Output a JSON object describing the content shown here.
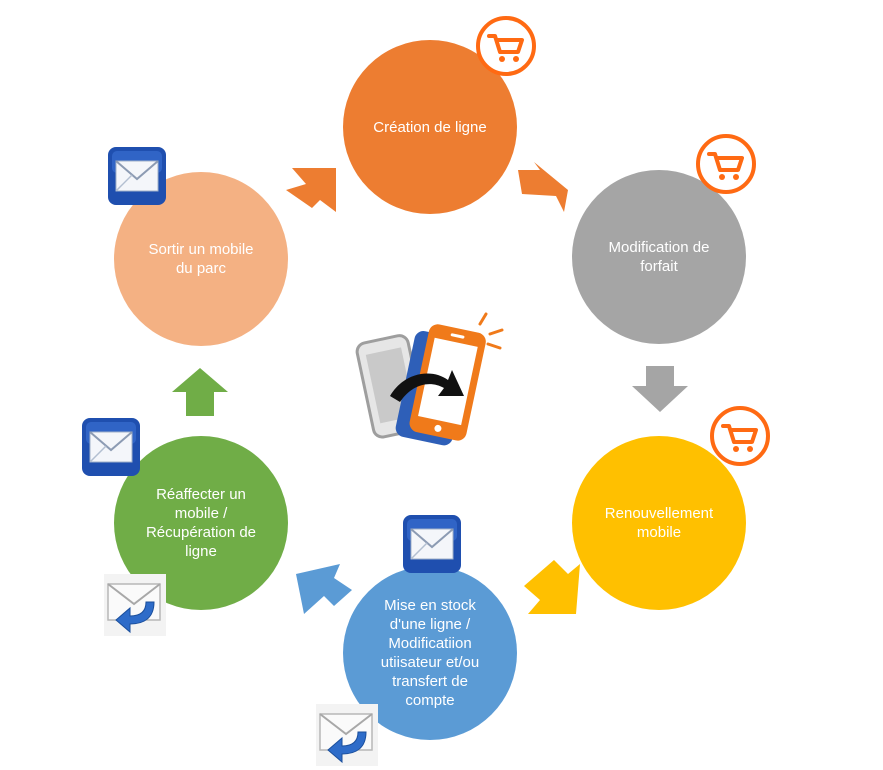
{
  "diagram": {
    "steps": [
      {
        "label": "Création de ligne",
        "color": "#ED7D31"
      },
      {
        "label": "Modification de\nforfait",
        "color": "#A5A5A5"
      },
      {
        "label": "Renouvellement\nmobile",
        "color": "#FFC000"
      },
      {
        "label": "Mise en stock\nd'une ligne /\nModificatiion\nutiisateur et/ou\ntransfert de\ncompte",
        "color": "#5B9BD5"
      },
      {
        "label": "Réaffecter un\nmobile /\nRécupération de\nligne",
        "color": "#70AD47"
      },
      {
        "label": "Sortir un mobile\ndu parc",
        "color": "#F4B183"
      }
    ],
    "icons": {
      "cart": "shopping-cart-icon",
      "mail": "envelope-icon",
      "reply": "reply-mail-icon",
      "center": "phone-swap-icon"
    },
    "accent_orange": "#FF6A13",
    "mail_blue": "#1F4FAF"
  }
}
